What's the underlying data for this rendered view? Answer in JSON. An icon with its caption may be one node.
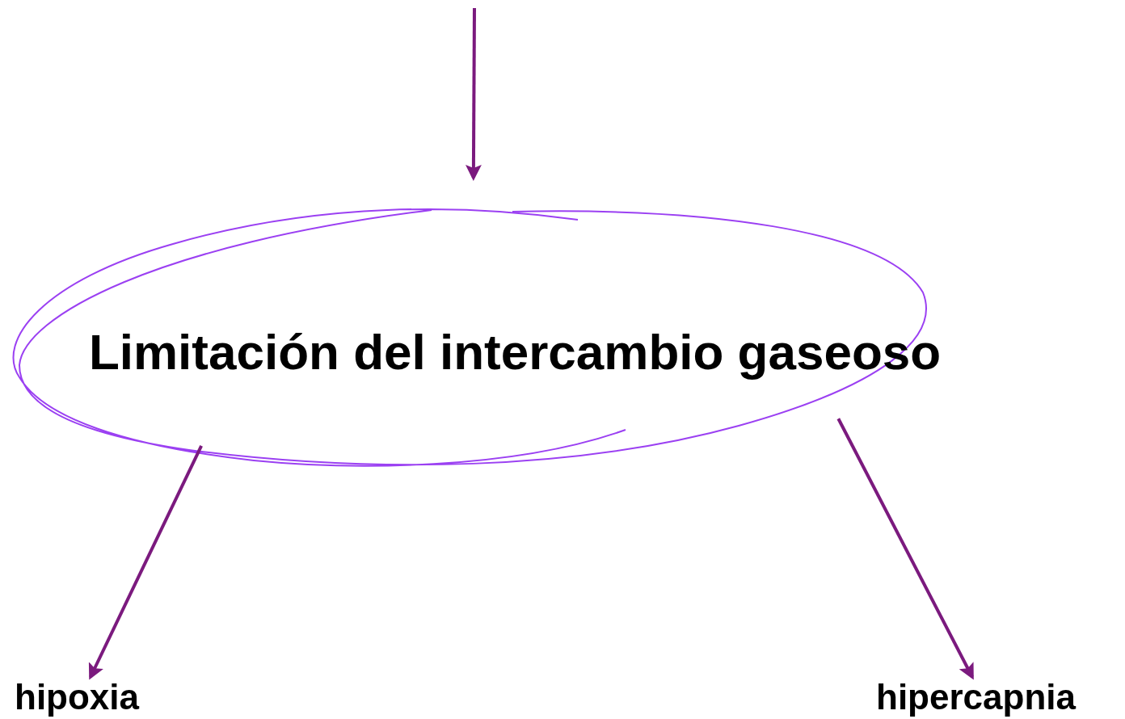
{
  "diagram": {
    "nodes": [
      {
        "text": [
          "Limitación del intercambio gaseoso"
        ]
      },
      {
        "text": [
          "hipoxia"
        ]
      },
      {
        "text": [
          "hipercapnia"
        ]
      }
    ],
    "edges": [
      {
        "from": null,
        "to": 0,
        "arrow": "to"
      },
      {
        "from": 0,
        "to": 1,
        "arrow": "to"
      },
      {
        "from": 0,
        "to": 2,
        "arrow": "to"
      }
    ]
  }
}
